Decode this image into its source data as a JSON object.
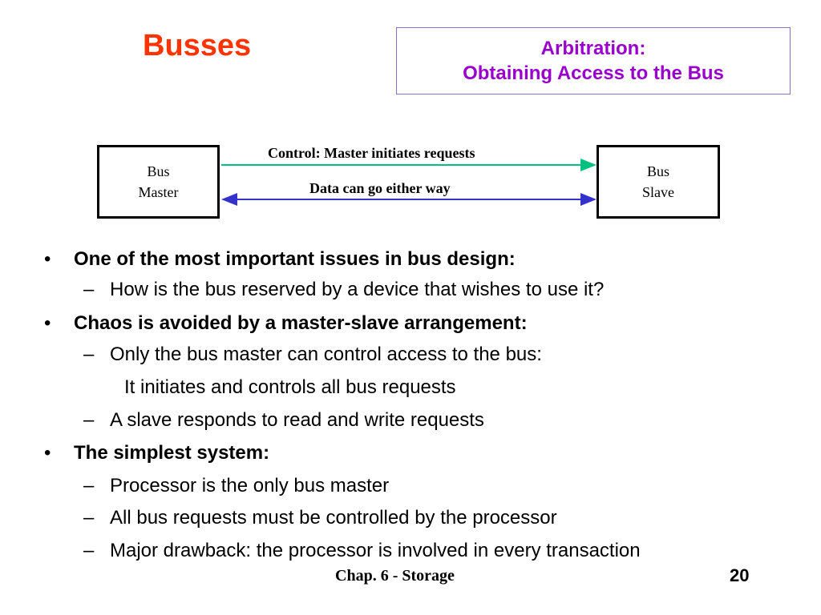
{
  "slide": {
    "title": "Busses",
    "subtitle_line1": "Arbitration:",
    "subtitle_line2": "Obtaining Access to the Bus",
    "footer": "Chap. 6 - Storage",
    "page_number": "20"
  },
  "diagram": {
    "master_line1": "Bus",
    "master_line2": "Master",
    "slave_line1": "Bus",
    "slave_line2": "Slave",
    "control_label": "Control: Master initiates requests",
    "data_label": "Data can go either way",
    "control_color": "#00c080",
    "data_color": "#3333cc"
  },
  "bullets": [
    {
      "level": 1,
      "marker": "•",
      "text": "One of the most important issues in bus design:"
    },
    {
      "level": 2,
      "marker": "–",
      "text": "How is the bus reserved by a device that wishes to use it?"
    },
    {
      "level": 1,
      "marker": "•",
      "text": "Chaos is avoided by a master-slave arrangement:"
    },
    {
      "level": 2,
      "marker": "–",
      "text": "Only the bus master can control access to the bus:"
    },
    {
      "level": 3,
      "marker": "",
      "text": "It initiates and controls all bus requests"
    },
    {
      "level": 2,
      "marker": "–",
      "text": "A slave responds to read and write requests"
    },
    {
      "level": 1,
      "marker": "•",
      "text": "The simplest system:"
    },
    {
      "level": 2,
      "marker": "–",
      "text": "Processor is the only bus master"
    },
    {
      "level": 2,
      "marker": "–",
      "text": "All bus requests must be controlled by the processor"
    },
    {
      "level": 2,
      "marker": "–",
      "text": "Major drawback: the processor  is involved in every transaction"
    }
  ]
}
